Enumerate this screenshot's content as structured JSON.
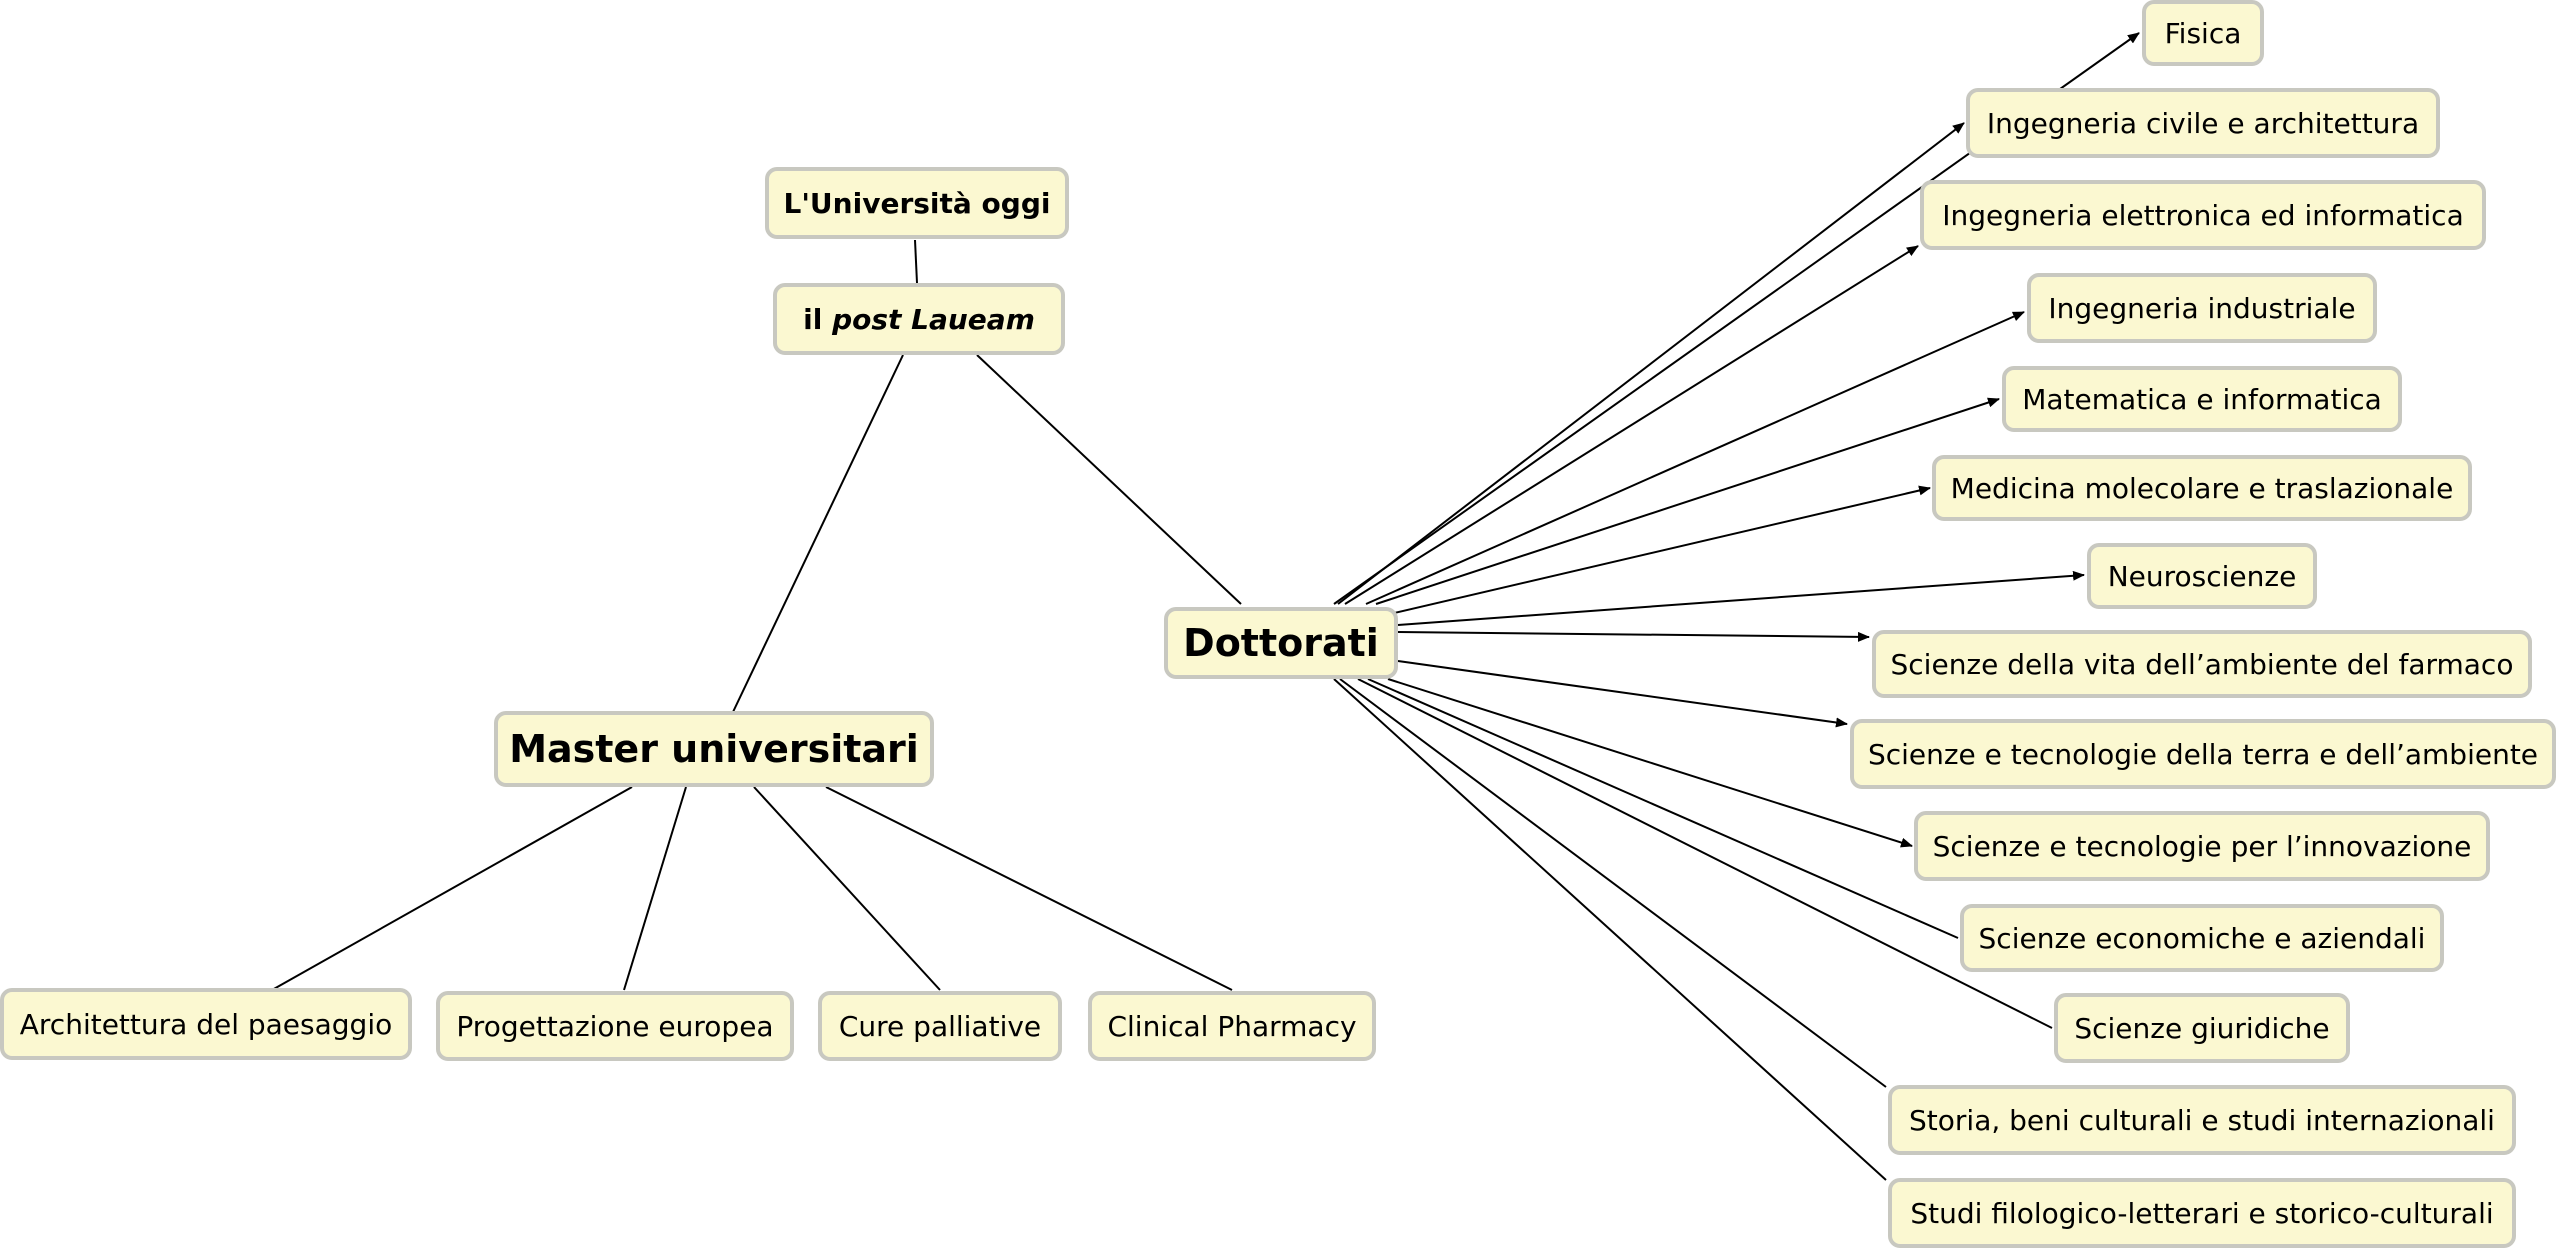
{
  "nodes": {
    "universita_oggi": "L'Università oggi",
    "post_lauream_prefix": "il ",
    "post_lauream_italic": "post Laueam",
    "master": "Master universitari",
    "dottorati": "Dottorati",
    "master_children": [
      "Architettura del paesaggio",
      "Progettazione europea",
      "Cure palliative",
      "Clinical Pharmacy"
    ],
    "dottorati_children": [
      "Fisica",
      "Ingegneria civile e architettura",
      "Ingegneria elettronica ed informatica",
      "Ingegneria industriale",
      "Matematica e informatica",
      "Medicina molecolare e traslazionale",
      "Neuroscienze",
      "Scienze della vita dell’ambiente del farmaco",
      "Scienze e tecnologie della terra e dell’ambiente",
      "Scienze e tecnologie per l’innovazione",
      "Scienze economiche e aziendali",
      "Scienze giuridiche",
      "Storia, beni culturali e studi internazionali",
      "Studi filologico-letterari e storico-culturali"
    ]
  }
}
